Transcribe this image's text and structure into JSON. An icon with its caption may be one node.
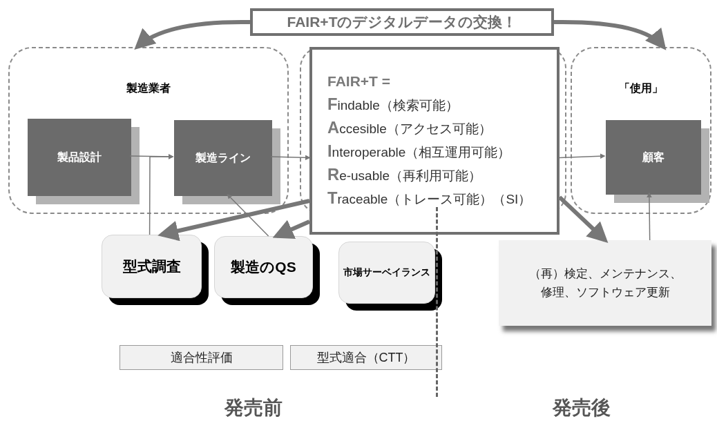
{
  "diagram": {
    "nodes": [
      {
        "text": [
          "FAIR+Tのデジタルデータの交換！"
        ]
      },
      {
        "text": [
          "製造業者"
        ]
      },
      {
        "text": [
          "製品設計"
        ],
        "in": 1
      },
      {
        "text": [
          "製造ライン"
        ],
        "in": 1
      },
      {
        "text": [
          "FAIR+T =",
          "**F**indable（検索可能）",
          "**A**ccesible（アクセス可能）",
          "**I**nteroperable（相互運用可能）",
          "**R**e-usable（再利用可能）",
          "**T**raceable（トレース可能）（SI）"
        ]
      },
      {
        "text": [
          "「使用」"
        ]
      },
      {
        "text": [
          "顧客"
        ],
        "in": 5
      },
      {
        "text": [
          "型式調査"
        ]
      },
      {
        "text": [
          "製造のQS"
        ]
      },
      {
        "text": [
          "市場サーベイランス"
        ]
      },
      {
        "text": [
          "（再）検定、メンテナンス、修理、ソフトウェア更新"
        ]
      },
      {
        "text": [
          "適合性評価"
        ]
      },
      {
        "text": [
          "型式適合（CTT）"
        ]
      }
    ],
    "edges": [
      {
        "from": 2,
        "to": 3,
        "arrow": "to"
      },
      {
        "from": 7,
        "to": 3,
        "arrow": "to"
      },
      {
        "from": 8,
        "to": 3,
        "arrow": "to"
      },
      {
        "from": 3,
        "to": 4,
        "arrow": "to"
      },
      {
        "from": 4,
        "to": 6,
        "arrow": "to"
      },
      {
        "from": 4,
        "to": 7,
        "arrow": "to",
        "style": "thick"
      },
      {
        "from": 4,
        "to": 8,
        "arrow": "to",
        "style": "thick"
      },
      {
        "from": 4,
        "to": 10,
        "arrow": "to",
        "style": "thick"
      },
      {
        "from": 0,
        "to": 1,
        "arrow": "to",
        "style": "thick"
      },
      {
        "from": 0,
        "to": 5,
        "arrow": "to",
        "style": "thick"
      },
      {
        "from": 10,
        "to": 6,
        "arrow": "to"
      }
    ],
    "labels": [
      "発売前",
      "発売後"
    ]
  }
}
